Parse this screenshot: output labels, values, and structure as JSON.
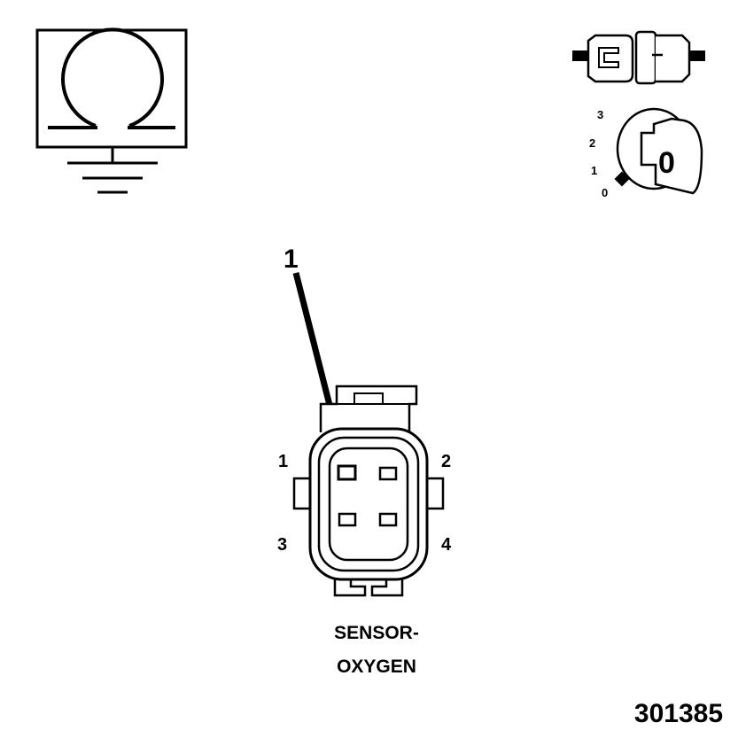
{
  "ohmmeter_symbol": {
    "icon": "ohm-ground-icon"
  },
  "disconnected_connector": {
    "icon": "disconnected-connector-icon"
  },
  "ignition_key": {
    "icon": "ignition-key-icon",
    "positions": [
      "3",
      "2",
      "1",
      "0"
    ],
    "key_label": "0"
  },
  "callout": {
    "number": "1"
  },
  "connector": {
    "pins": [
      {
        "label": "1"
      },
      {
        "label": "2"
      },
      {
        "label": "3"
      },
      {
        "label": "4"
      }
    ],
    "caption_line1": "SENSOR-",
    "caption_line2": "OXYGEN"
  },
  "figure_id": "301385"
}
